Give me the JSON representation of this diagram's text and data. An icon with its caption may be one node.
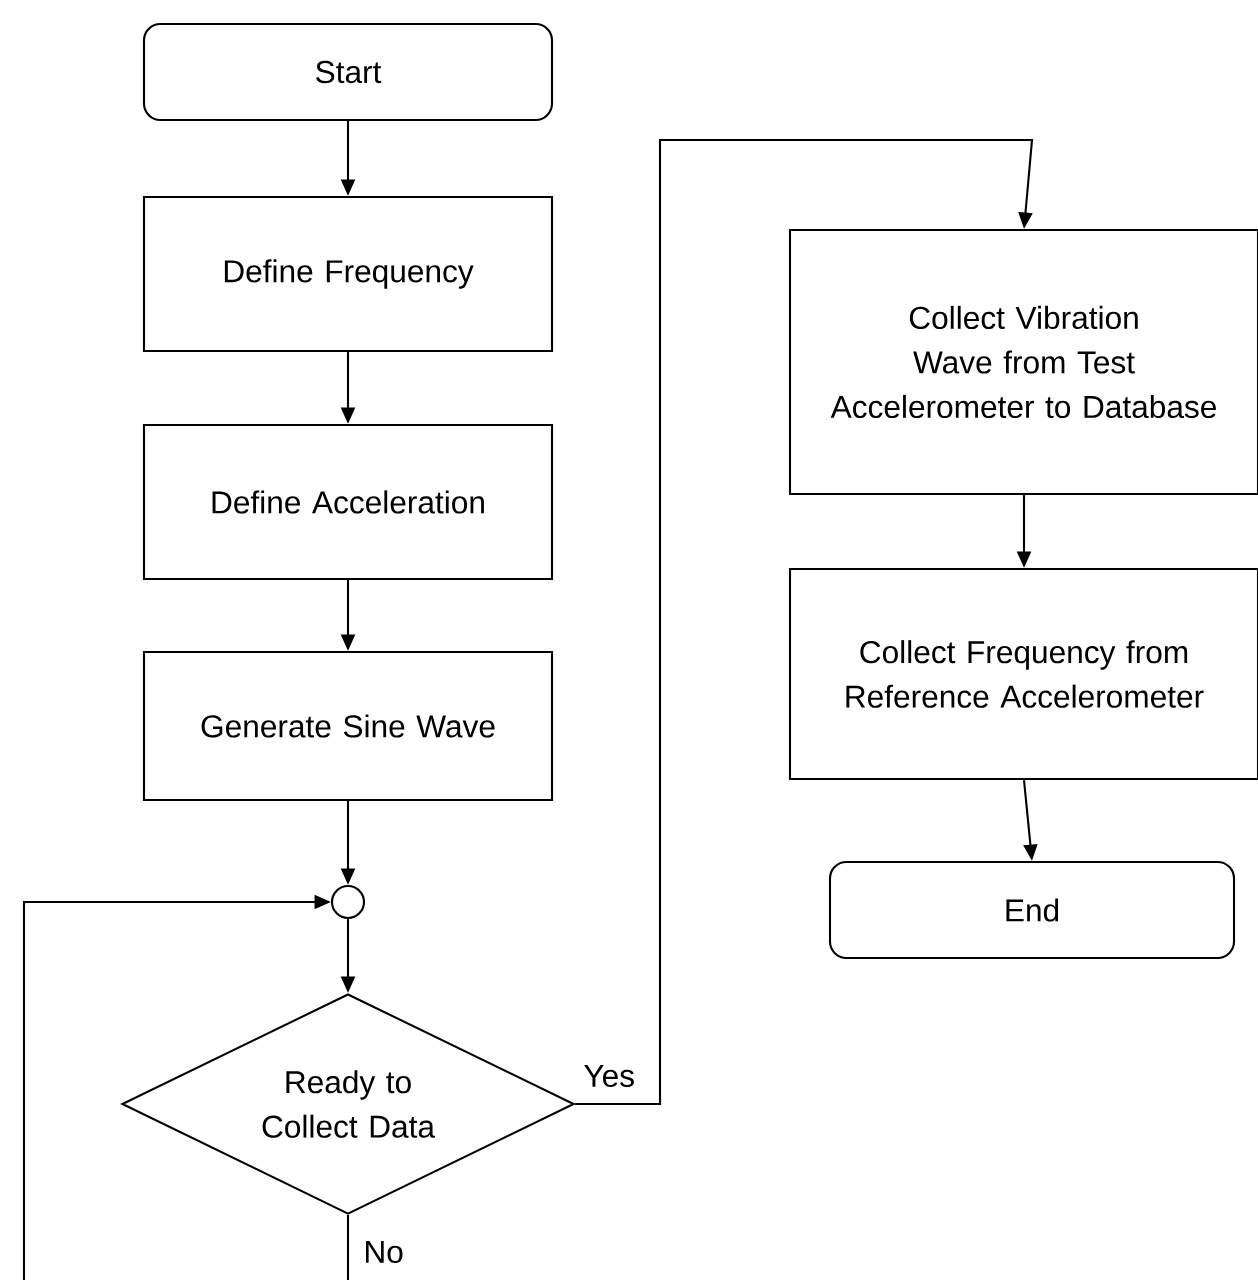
{
  "diagram": {
    "nodes": [
      {
        "text": [
          "Start"
        ]
      },
      {
        "text": [
          "Define Frequency"
        ]
      },
      {
        "text": [
          "Define Acceleration"
        ]
      },
      {
        "text": [
          "Generate Sine Wave"
        ]
      },
      {
        "text": [],
        "shape": "circle"
      },
      {
        "text": [
          "Ready to Collect Data"
        ]
      },
      {
        "text": [
          "Collect Vibration Wave from Test Accelerometer to Database"
        ]
      },
      {
        "text": [
          "Collect Frequency from Reference Accelerometer"
        ]
      },
      {
        "text": [
          "End"
        ]
      }
    ],
    "edges": [
      {
        "from": 0,
        "to": 1,
        "arrow": "to"
      },
      {
        "from": 1,
        "to": 2,
        "arrow": "to"
      },
      {
        "from": 2,
        "to": 3,
        "arrow": "to"
      },
      {
        "from": 3,
        "to": 4,
        "arrow": "to"
      },
      {
        "from": 4,
        "to": 5,
        "arrow": "to"
      },
      {
        "from": 5,
        "to": 6,
        "arrow": "to",
        "label": "Yes"
      },
      {
        "from": 6,
        "to": 7,
        "arrow": "to"
      },
      {
        "from": 7,
        "to": 8,
        "arrow": "to"
      },
      {
        "from": 5,
        "to": 4,
        "arrow": "to",
        "label": "No"
      }
    ]
  }
}
